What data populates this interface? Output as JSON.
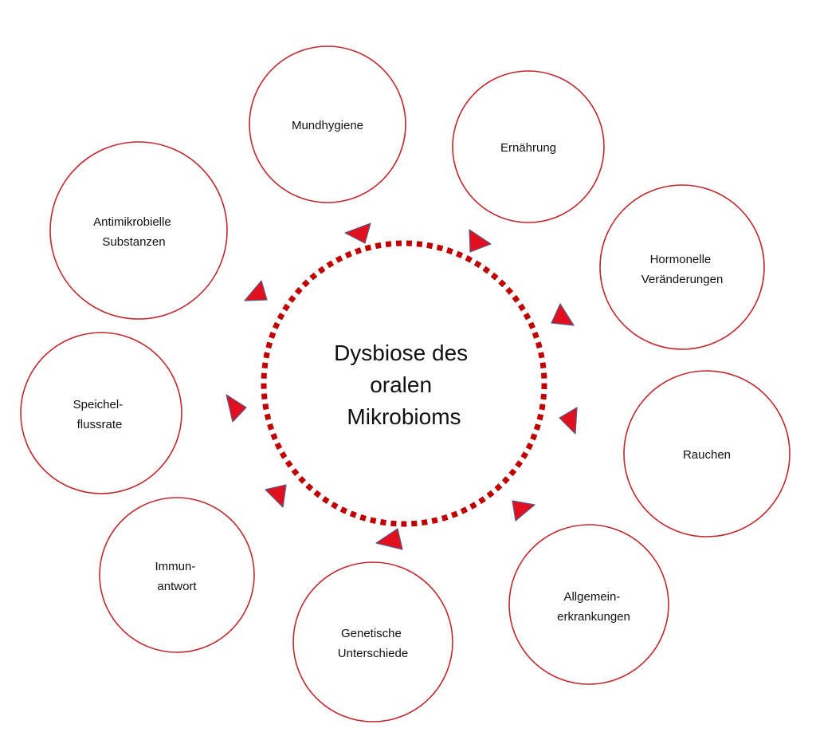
{
  "center": {
    "lines": [
      "Dysbiose des",
      "oralen",
      "Mikrobioms"
    ]
  },
  "factors": [
    {
      "id": "mundhygiene",
      "lines": [
        "Mundhygiene"
      ]
    },
    {
      "id": "ernaehrung",
      "lines": [
        "Ernährung"
      ]
    },
    {
      "id": "hormonelle-veraenderungen",
      "lines": [
        "Hormonelle",
        "Veränderungen"
      ]
    },
    {
      "id": "rauchen",
      "lines": [
        "Rauchen"
      ]
    },
    {
      "id": "allgemeinerkrankungen",
      "lines": [
        "Allgemein-",
        "erkrankungen"
      ]
    },
    {
      "id": "genetische-unterschiede",
      "lines": [
        "Genetische",
        "Unterschiede"
      ]
    },
    {
      "id": "immunantwort",
      "lines": [
        "Immun-",
        "antwort"
      ]
    },
    {
      "id": "speichelflussrate",
      "lines": [
        "Speichel-",
        "flussrate"
      ]
    },
    {
      "id": "antimikrobielle-substanzen",
      "lines": [
        "Antimikrobielle",
        "Substanzen"
      ]
    }
  ],
  "colors": {
    "circle_stroke": "#c0282d",
    "center_stroke": "#c00000",
    "arrow_fill": "#e0101e"
  }
}
